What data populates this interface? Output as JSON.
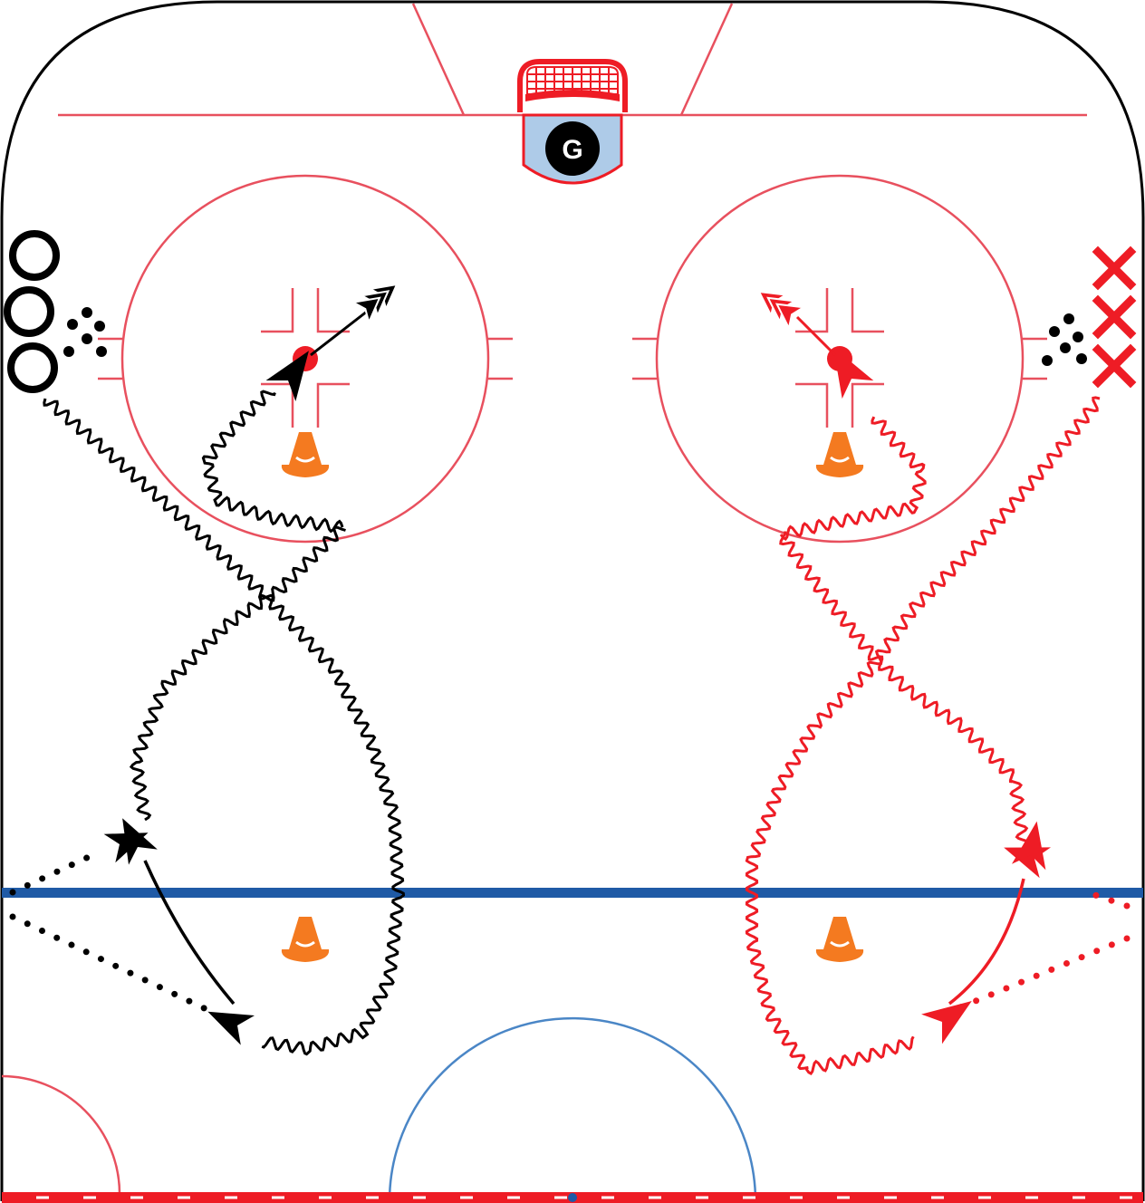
{
  "diagram": {
    "type": "hockey-drill",
    "goalie": {
      "label": "G"
    },
    "colors": {
      "rink_line_red": "#e8505e",
      "blue_line": "#1f5aa6",
      "center_circle_blue": "#4a86c6",
      "cone": "#f47a20",
      "team_black": "#000000",
      "team_red": "#ee1c25",
      "crease": "#aecbe8",
      "net_red": "#ee1c25"
    },
    "icons": [
      "o-player-icon",
      "x-player-icon",
      "cone-icon",
      "puck-icon",
      "goal-net-icon",
      "goalie-icon"
    ],
    "left_group": {
      "marker": "O",
      "count": 3,
      "color": "black"
    },
    "right_group": {
      "marker": "X",
      "count": 3,
      "color": "red"
    },
    "cones": 4
  }
}
